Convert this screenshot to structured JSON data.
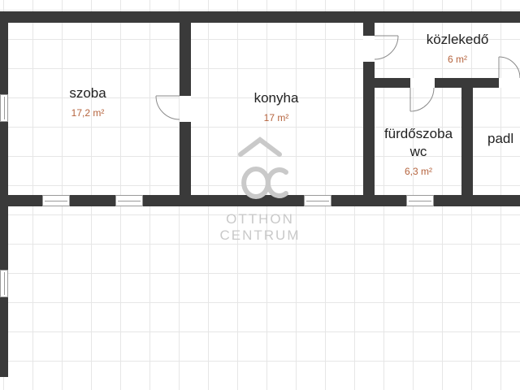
{
  "rooms": [
    {
      "name": "szoba",
      "area": "17,2 m²"
    },
    {
      "name": "konyha",
      "area": "17 m²"
    },
    {
      "name": "közlekedő",
      "area": "6 m²"
    },
    {
      "name": "fürdőszoba",
      "name2": "wc",
      "area": "6,3 m²"
    },
    {
      "name": "padl"
    }
  ],
  "logo": {
    "mark": "ÖC",
    "line1": "OTTHON",
    "line2": "CENTRUM"
  },
  "colors": {
    "wall": "#3a3a3a",
    "area_text": "#b5633d",
    "watermark": "#c9c9c9",
    "grid": "#e6e6e6"
  }
}
